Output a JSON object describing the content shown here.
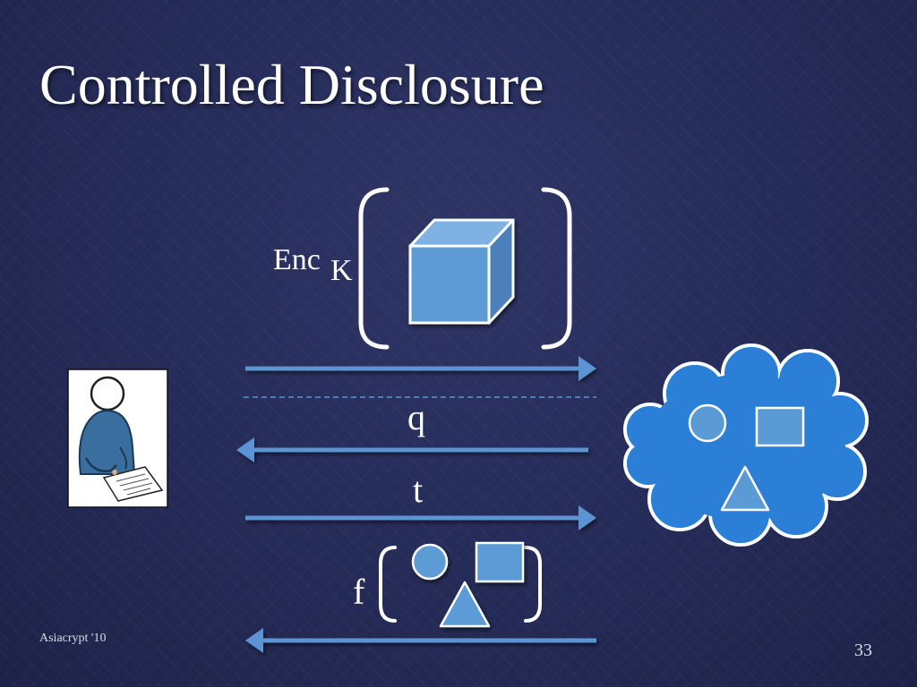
{
  "slide": {
    "title": "Controlled Disclosure",
    "footer": "Asiacrypt '10",
    "page_number": "33"
  },
  "diagram": {
    "enc_label": "Enc",
    "enc_subscript": "K",
    "query_label": "q",
    "token_label": "t",
    "function_label": "f"
  },
  "colors": {
    "arrow": "#5b93d3",
    "cloud_fill": "#2b7fd7",
    "shape_fill": "#5b9bd5",
    "person_shirt": "#3a6e9e"
  },
  "icons": {
    "client": "person-writing-icon",
    "server": "cloud-icon",
    "data": "cube-icon"
  }
}
